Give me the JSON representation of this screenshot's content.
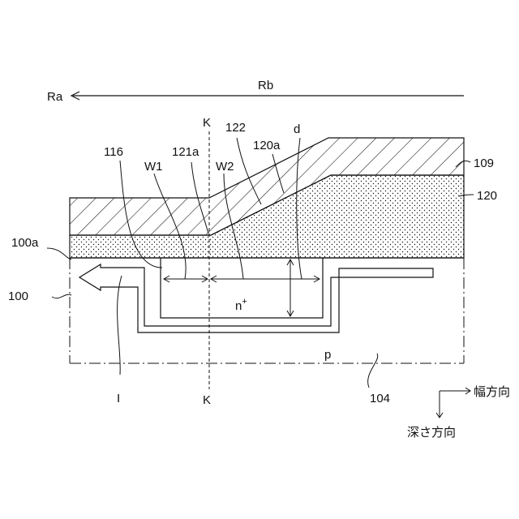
{
  "labels": {
    "Ra": "Ra",
    "Rb": "Rb",
    "K_top": "K",
    "K_bottom": "K",
    "l122": "122",
    "ld": "d",
    "l116": "116",
    "lW1": "W1",
    "l121a": "121a",
    "lW2": "W2",
    "l120a": "120a",
    "l109": "109",
    "l120": "120",
    "l100a": "100a",
    "l100": "100",
    "n_region": "n",
    "n_sup": "+",
    "p_region": "p",
    "lI": "I",
    "l104": "104",
    "width_direction": "幅方向",
    "depth_direction": "深さ方向"
  },
  "colors": {
    "line": "#111111",
    "background": "#ffffff"
  }
}
